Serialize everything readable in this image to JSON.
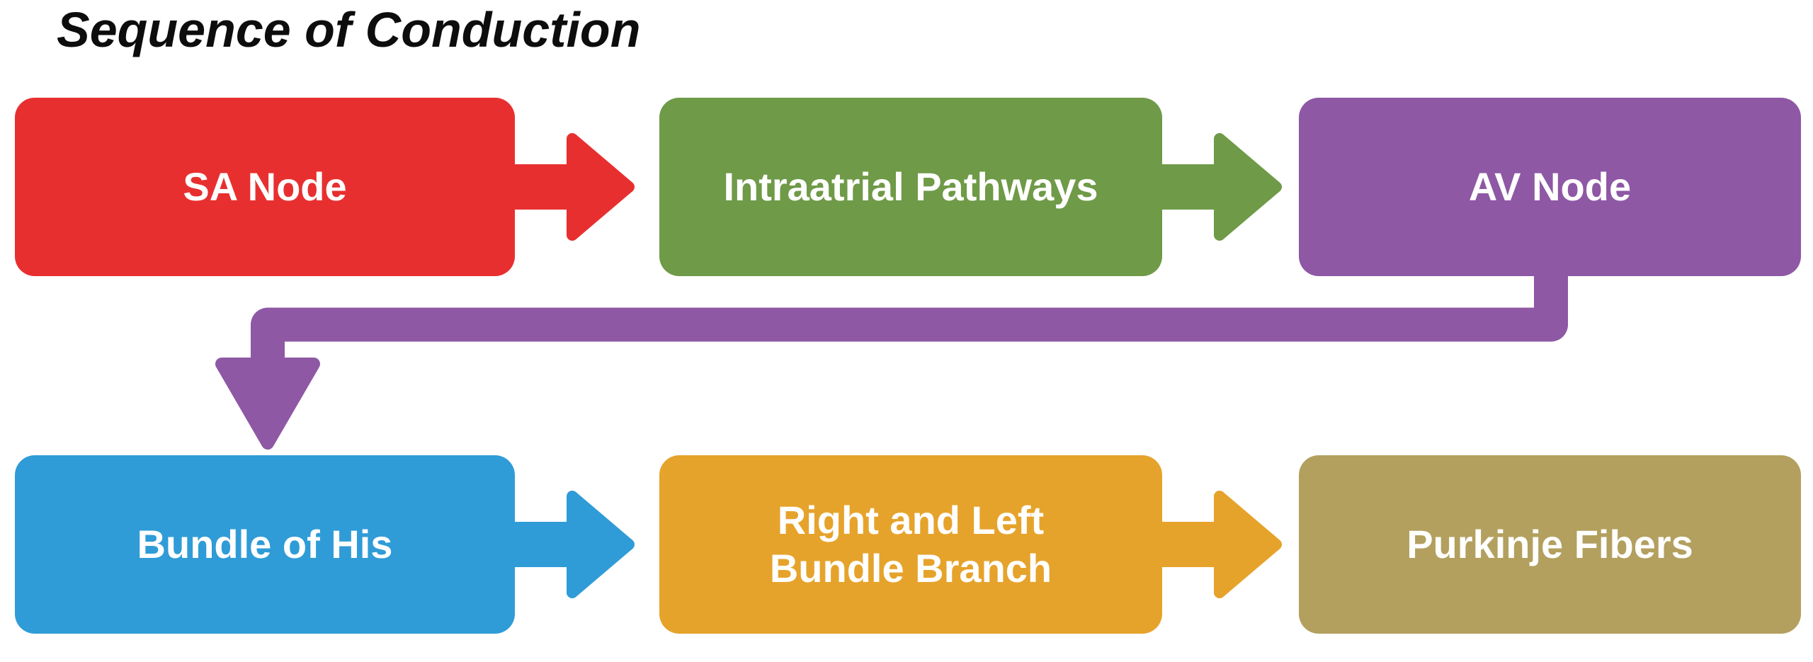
{
  "title": "Sequence of Conduction",
  "background": "#ffffff",
  "text_color": "#ffffff",
  "boxes": [
    {
      "id": "sa-node",
      "label": "SA Node",
      "color": "#e82f2f",
      "row": 1
    },
    {
      "id": "intraatrial-pathways",
      "label": "Intraatrial Pathways",
      "color": "#6f9a48",
      "row": 1
    },
    {
      "id": "av-node",
      "label": "AV Node",
      "color": "#8e58a5",
      "row": 1
    },
    {
      "id": "bundle-of-his",
      "label": "Bundle of His",
      "color": "#2f9cd7",
      "row": 2
    },
    {
      "id": "right-left-bundle-branch",
      "label": "Right and Left Bundle Branch",
      "line1": "Right and Left",
      "line2": "Bundle Branch",
      "color": "#e6a32b",
      "row": 2
    },
    {
      "id": "purkinje-fibers",
      "label": "Purkinje Fibers",
      "color": "#b3a05f",
      "row": 2
    }
  ],
  "arrows": [
    {
      "from": "SA Node",
      "to": "Intraatrial Pathways",
      "color": "#e82f2f"
    },
    {
      "from": "Intraatrial Pathways",
      "to": "AV Node",
      "color": "#6f9a48"
    },
    {
      "from": "Bundle of His",
      "to": "Right and Left Bundle Branch",
      "color": "#2f9cd7"
    },
    {
      "from": "Right and Left Bundle Branch",
      "to": "Purkinje Fibers",
      "color": "#e6a32b"
    }
  ],
  "connector": {
    "from": "AV Node",
    "to": "Bundle of His",
    "color": "#8e58a5"
  }
}
